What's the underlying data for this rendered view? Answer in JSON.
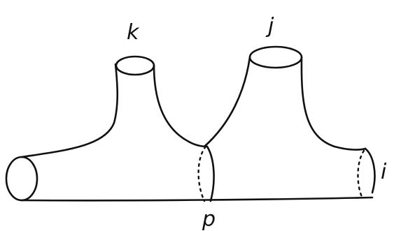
{
  "labels": {
    "k": "k",
    "j": "j",
    "i": "i",
    "p": "p"
  }
}
